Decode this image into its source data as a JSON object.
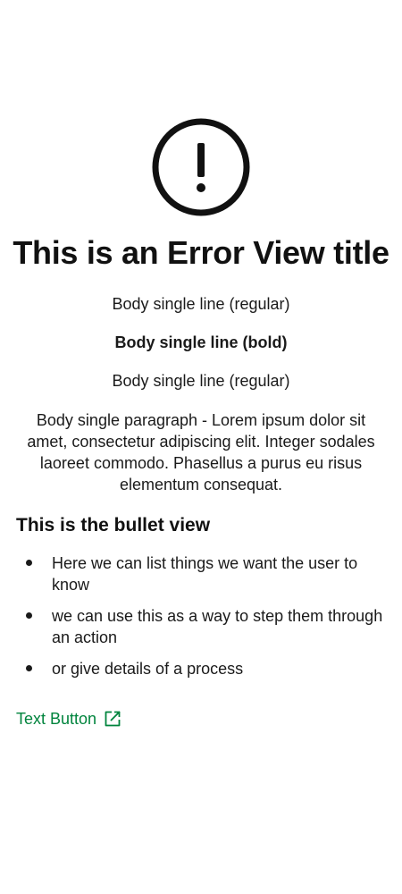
{
  "error": {
    "icon": "exclamation-circle-icon",
    "title": "This is an Error View title"
  },
  "body": {
    "line_1": "Body single line (regular)",
    "line_2": "Body single line (bold)",
    "line_3": "Body single line (regular)",
    "paragraph": "Body single paragraph - Lorem ipsum dolor sit amet, consectetur adipiscing elit. Integer sodales laoreet commodo. Phasellus a purus eu risus elementum consequat."
  },
  "bullets": {
    "heading": "This is the bullet view",
    "items": [
      "Here we can list things we want the user to know",
      "we can use this as a way to step them through an action",
      "or give details of a process"
    ]
  },
  "text_button": {
    "label": "Text Button",
    "icon": "external-link-icon",
    "color": "#00843d"
  }
}
